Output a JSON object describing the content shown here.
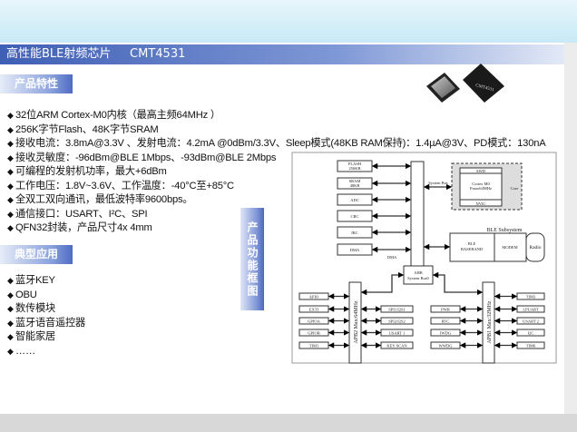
{
  "title": "高性能BLE射频芯片     CMT4531",
  "features_header": "产品特性",
  "features": [
    "32位ARM Cortex-M0内核（最高主频64MHz ）",
    "256K字节Flash、48K字节SRAM",
    "接收电流：3.8mA@3.3V 、发射电流：4.2mA @0dBm/3.3V、Sleep模式(48KB RAM保持)：1.4µA@3V、PD模式：130nA",
    "接收灵敏度：-96dBm@BLE 1Mbps、-93dBm@BLE 2Mbps",
    "可编程的发射机功率，最大+6dBm",
    "工作电压：1.8V~3.6V、工作温度：-40°C至+85°C",
    "全双工双向通讯，最低波特率9600bps。",
    "通信接口：USART、I²C、SPI",
    "QFN32封装，产品尺寸4x 4mm"
  ],
  "applications_header": "典型应用",
  "applications": [
    "蓝牙KEY",
    "OBU",
    "数传模块",
    "蓝牙语音遥控器",
    "智能家居",
    "……"
  ],
  "diagram_label": "产品功能框图",
  "chip_marking": "CMT4531",
  "diagram": {
    "left_blocks": [
      "FLASH 256KB",
      "SRAM 48KB",
      "ADC",
      "CRC",
      "IRC",
      "DMA"
    ],
    "flash": [
      "FLASH",
      "256KB"
    ],
    "sram": [
      "SRAM",
      "48KB"
    ],
    "dma_label": "DMA",
    "system_bus": "System Bus",
    "core": {
      "label": "Core",
      "swd": "SWD",
      "cpu": [
        "Cortex M0",
        "Fmax64MHz"
      ],
      "nvic": "NVIC"
    },
    "ble": {
      "title": "BLE Subsystem",
      "baseband": [
        "BLE",
        "BASEBAND"
      ],
      "modem": "MODEM",
      "radio": "Radio"
    },
    "ahb": [
      "AHB",
      "System Bus0"
    ],
    "apb2": "APB2 Max:64MHz",
    "apb1": "APB1 Max:32MHz",
    "apb2_left": [
      "AFIO",
      "EXTI",
      "GPIOA",
      "GPIOB",
      "TIM1"
    ],
    "apb2_right": [
      "SPI1/I2S1",
      "SPI2/I2S2",
      "USART 1",
      "KEY SCAN"
    ],
    "apb1_left": [
      "PWR",
      "RTC",
      "IWDG",
      "WWDG"
    ],
    "apb1_right": [
      "TIM3",
      "LPUART",
      "USART 2",
      "I2C",
      "TIM6"
    ]
  }
}
